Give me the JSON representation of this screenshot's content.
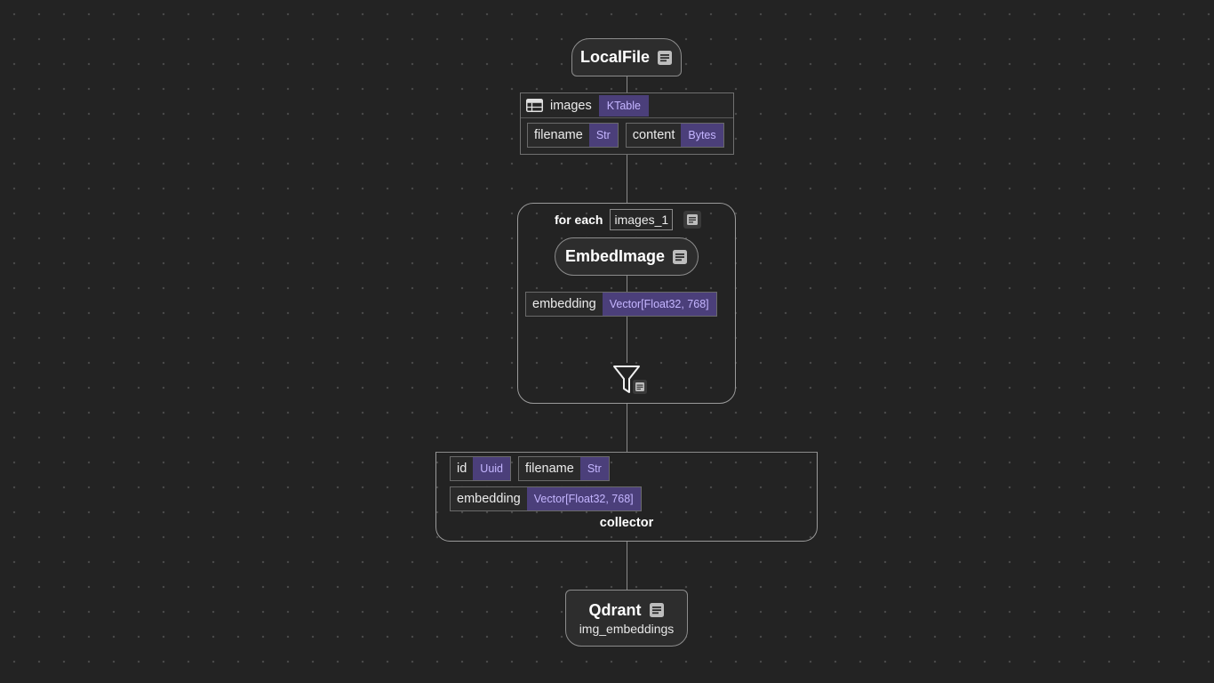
{
  "local_file": {
    "title": "LocalFile"
  },
  "images_table": {
    "name": "images",
    "type": "KTable",
    "fields": [
      {
        "name": "filename",
        "type": "Str"
      },
      {
        "name": "content",
        "type": "Bytes"
      }
    ]
  },
  "for_each": {
    "label": "for each",
    "variable": "images_1",
    "embed": {
      "title": "EmbedImage"
    },
    "output_field": {
      "name": "embedding",
      "type": "Vector[Float32, 768]"
    }
  },
  "collector": {
    "label": "collector",
    "fields_row1": [
      {
        "name": "id",
        "type": "Uuid"
      },
      {
        "name": "filename",
        "type": "Str"
      }
    ],
    "fields_row2": [
      {
        "name": "embedding",
        "type": "Vector[Float32, 768]"
      }
    ]
  },
  "qdrant": {
    "title": "Qdrant",
    "collection": "img_embeddings"
  },
  "icons": {
    "doc": "doc-icon",
    "table": "table-icon",
    "filter": "filter-icon"
  },
  "colors": {
    "background": "#232323",
    "type_badge_bg": "#4b3f7a",
    "type_badge_text": "#c4b5ff",
    "border": "#8c8c8c"
  }
}
